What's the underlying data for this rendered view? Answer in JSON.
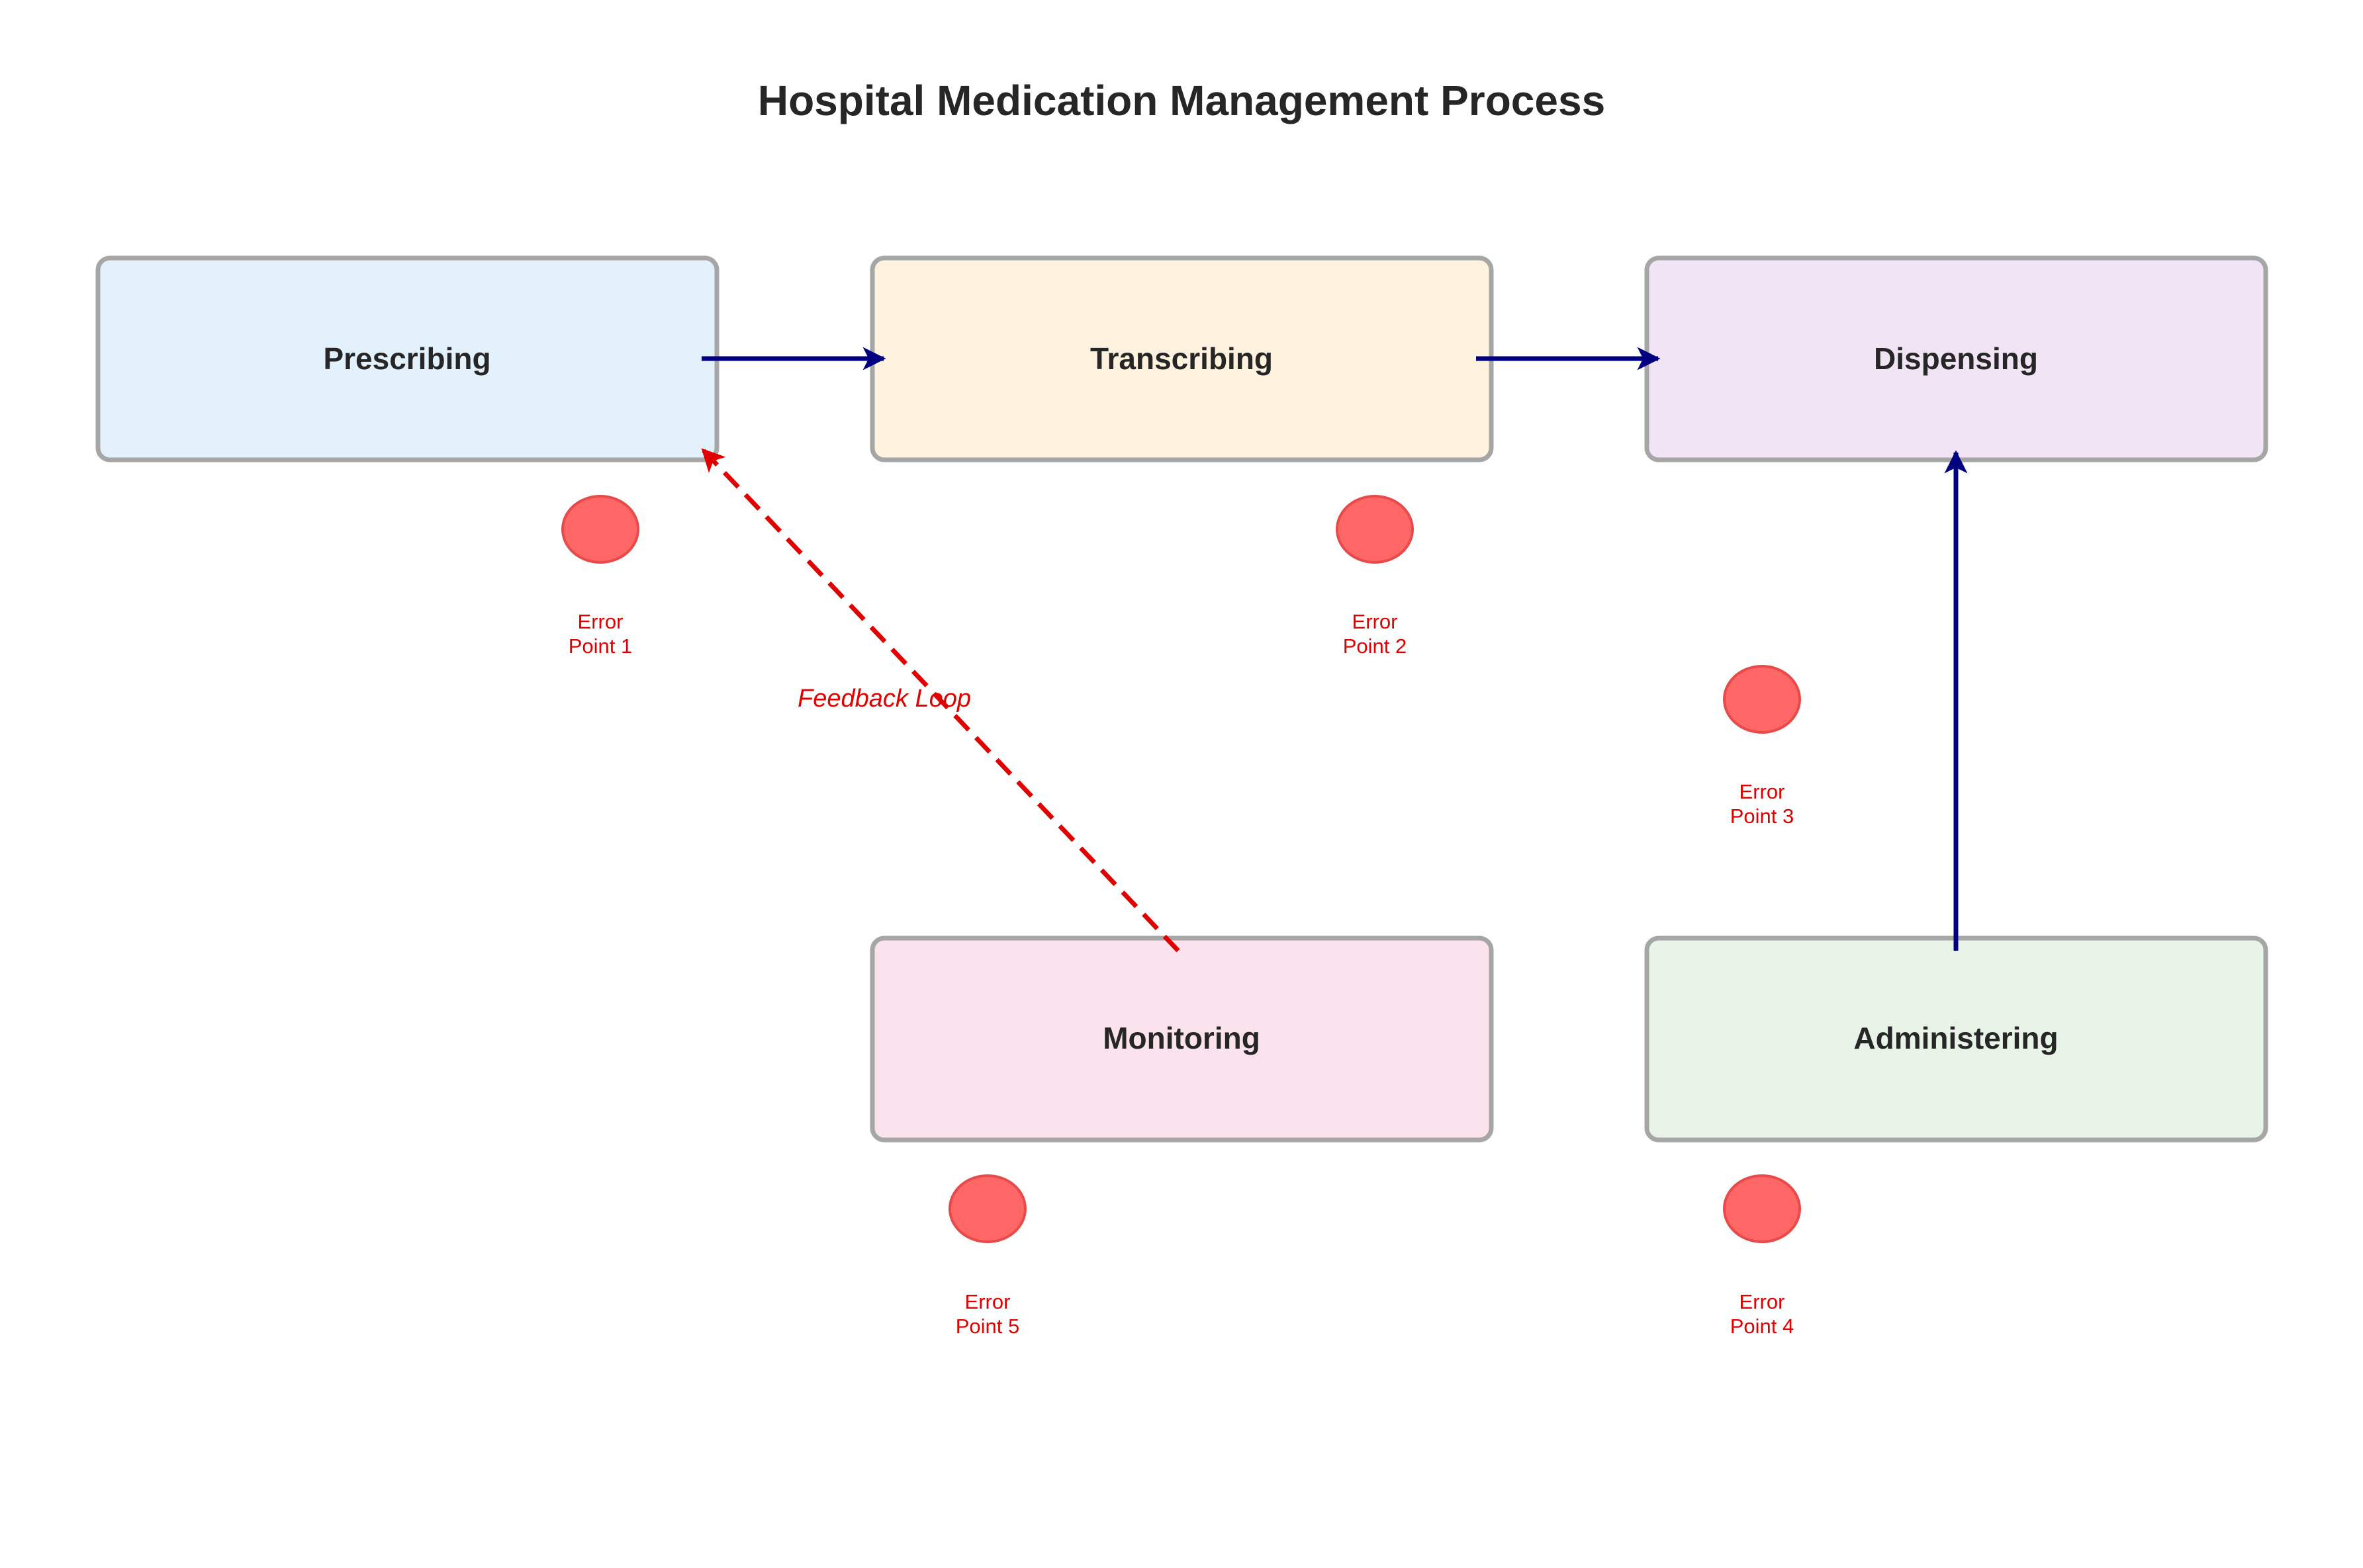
{
  "title": "Hospital Medication Management Process",
  "stages": [
    {
      "id": "prescribing",
      "label": "Prescribing",
      "fill": "#e3f1fd"
    },
    {
      "id": "transcribing",
      "label": "Transcribing",
      "fill": "#fff2df"
    },
    {
      "id": "dispensing",
      "label": "Dispensing",
      "fill": "#f1e4f5"
    },
    {
      "id": "administering",
      "label": "Administering",
      "fill": "#e7f4e7"
    },
    {
      "id": "monitoring",
      "label": "Monitoring",
      "fill": "#fae3ec"
    }
  ],
  "error_points": [
    {
      "id": "error-point-1",
      "line1": "Error",
      "line2": "Point 1"
    },
    {
      "id": "error-point-2",
      "line1": "Error",
      "line2": "Point 2"
    },
    {
      "id": "error-point-3",
      "line1": "Error",
      "line2": "Point 3"
    },
    {
      "id": "error-point-4",
      "line1": "Error",
      "line2": "Point 4"
    },
    {
      "id": "error-point-5",
      "line1": "Error",
      "line2": "Point 5"
    }
  ],
  "flows": [
    {
      "from": "prescribing",
      "to": "transcribing",
      "style": "solid"
    },
    {
      "from": "transcribing",
      "to": "dispensing",
      "style": "solid"
    },
    {
      "from": "administering",
      "to": "dispensing",
      "style": "solid"
    },
    {
      "from": "monitoring",
      "to": "prescribing",
      "style": "dashed",
      "label": "Feedback Loop"
    }
  ],
  "colors": {
    "box_border": "#a6a6a6",
    "flow_arrow": "#000080",
    "feedback_arrow": "#e00000",
    "error_marker": "#ff6666",
    "error_marker_border": "#e84a4a",
    "error_text": "#e00000",
    "title_text": "#262626"
  }
}
